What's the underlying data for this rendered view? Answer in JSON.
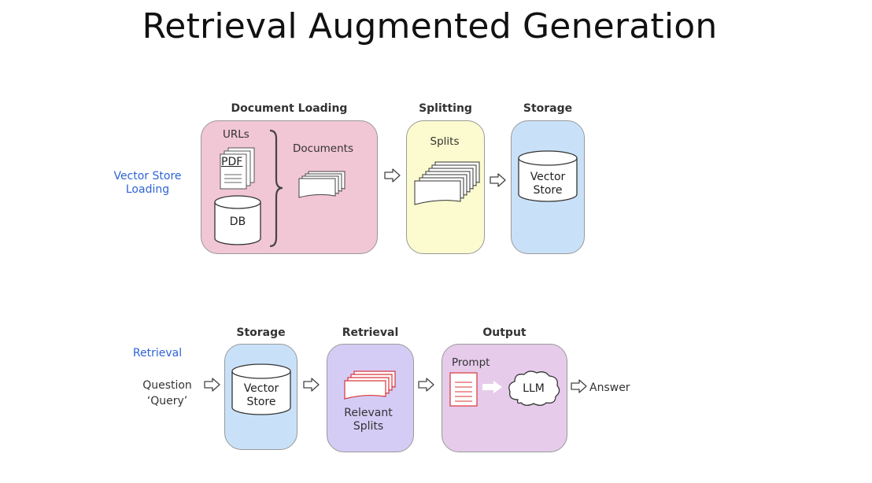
{
  "title": "Retrieval Augmented Generation",
  "loading": {
    "row_label": "Vector Store Loading",
    "document_loading": {
      "heading": "Document Loading",
      "urls": "URLs",
      "pdf": "PDF",
      "db": "DB",
      "documents": "Documents"
    },
    "splitting": {
      "heading": "Splitting",
      "splits": "Splits"
    },
    "storage": {
      "heading": "Storage",
      "store_line1": "Vector",
      "store_line2": "Store"
    }
  },
  "retrieval": {
    "row_label": "Retrieval",
    "question_line1": "Question",
    "question_line2": "‘Query’",
    "storage": {
      "heading": "Storage",
      "store_line1": "Vector",
      "store_line2": "Store"
    },
    "retrieval_box": {
      "heading": "Retrieval",
      "label_line1": "Relevant",
      "label_line2": "Splits"
    },
    "output": {
      "heading": "Output",
      "prompt": "Prompt",
      "llm": "LLM"
    },
    "answer": "Answer"
  },
  "colors": {
    "document_loading_bg": "#f1c6d5",
    "splitting_bg": "#fbfbcf",
    "storage_bg": "#c9e1f8",
    "retrieval_bg": "#d5ccf6",
    "output_bg": "#e6cbeb",
    "row_label": "#2f63d6",
    "relevant_splits_border": "#d9343a"
  }
}
